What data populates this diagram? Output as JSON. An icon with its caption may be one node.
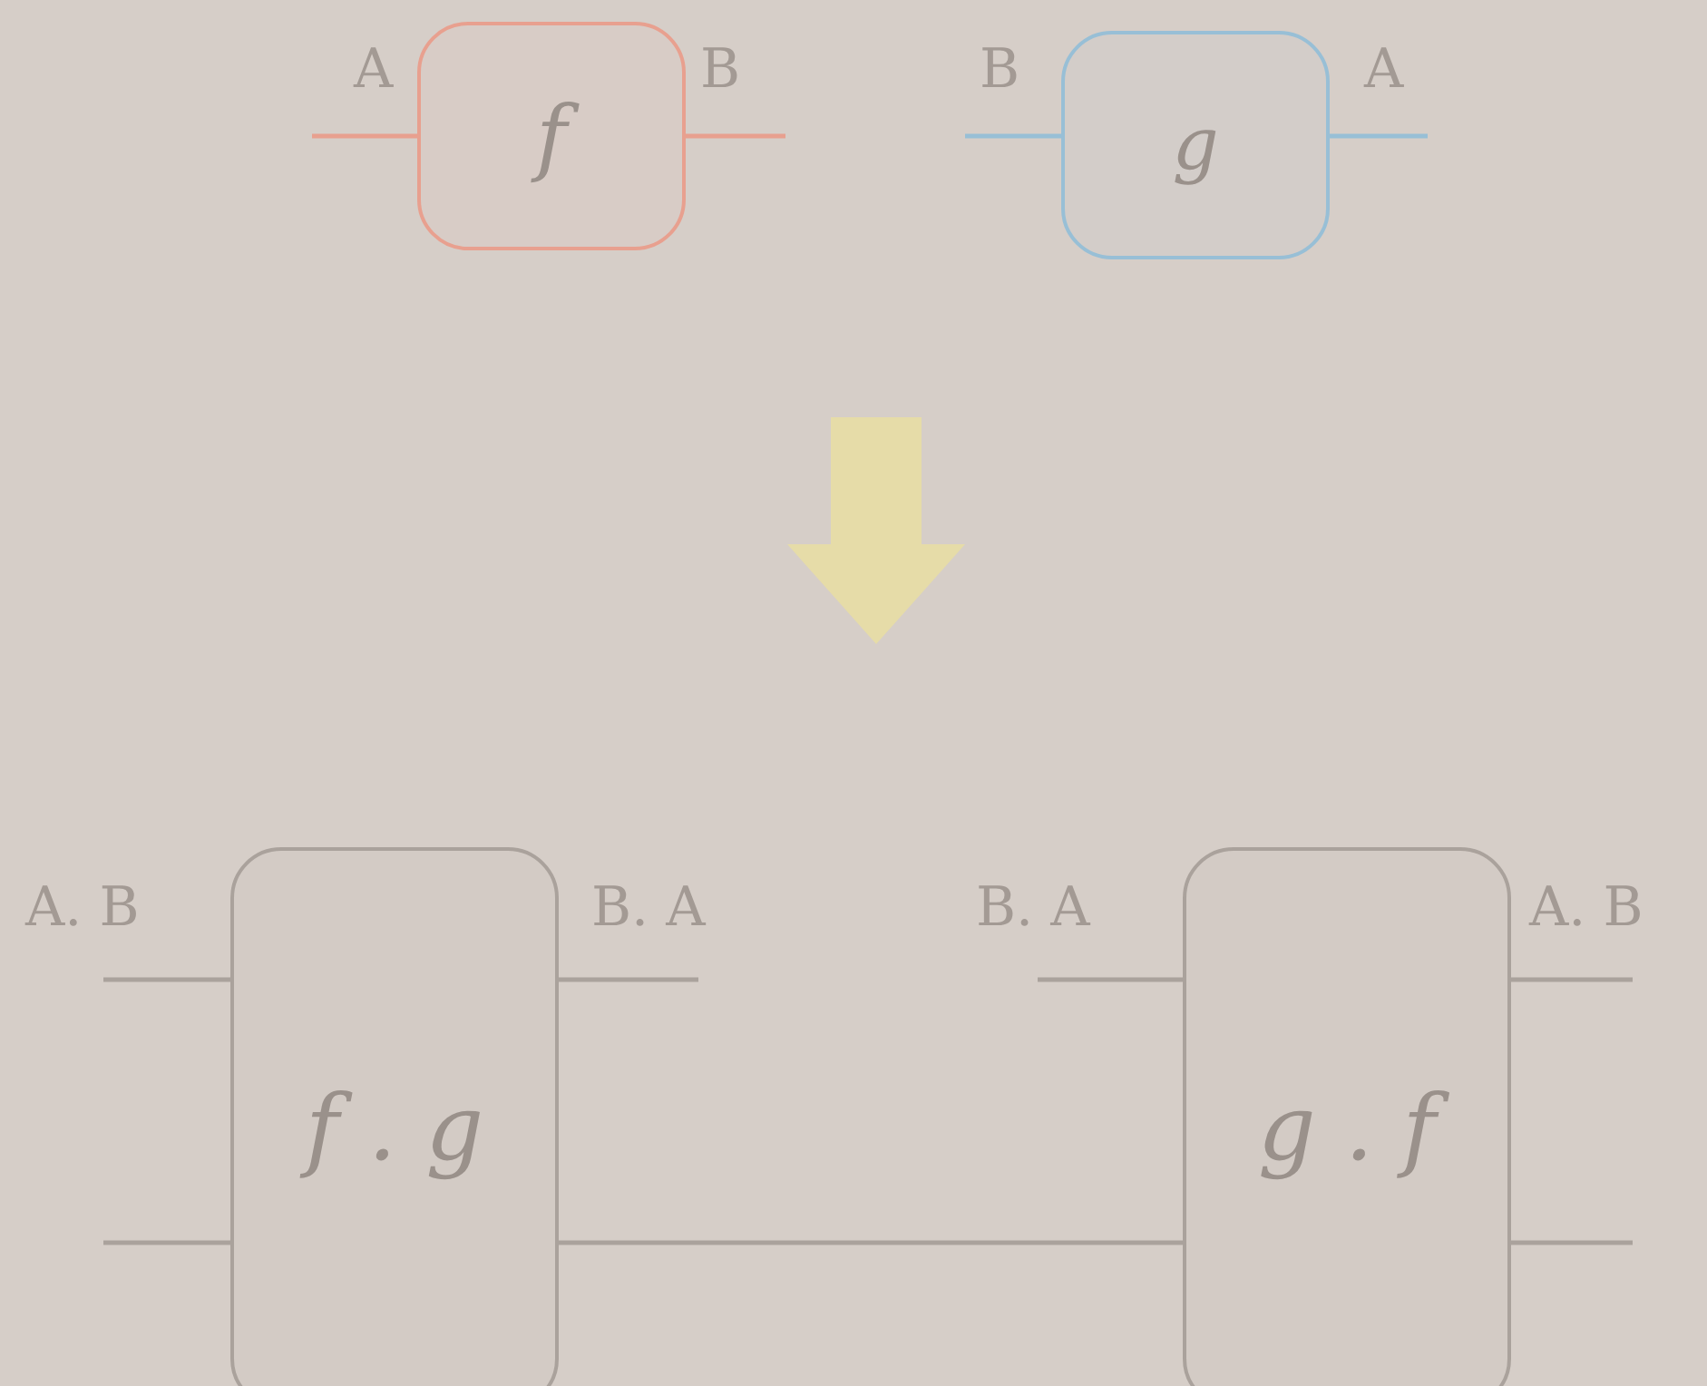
{
  "diagram": {
    "nodes": [
      {
        "text": [
          "f"
        ]
      },
      {
        "text": [
          "g"
        ]
      },
      {
        "text": [
          "f . g"
        ]
      },
      {
        "text": [
          "g . f"
        ]
      }
    ],
    "edges": [
      {
        "from": null,
        "to": 0,
        "arrow": "none",
        "label": "A",
        "color": "#e8a08f"
      },
      {
        "from": 0,
        "to": null,
        "arrow": "none",
        "label": "B",
        "color": "#e8a08f"
      },
      {
        "from": null,
        "to": 1,
        "arrow": "none",
        "label": "B",
        "color": "#98bfd6"
      },
      {
        "from": 1,
        "to": null,
        "arrow": "none",
        "label": "A",
        "color": "#98bfd6"
      },
      {
        "from": null,
        "to": 2,
        "arrow": "none",
        "label": "A. B"
      },
      {
        "from": null,
        "to": 2,
        "arrow": "none"
      },
      {
        "from": 2,
        "to": null,
        "arrow": "none",
        "label": "B. A"
      },
      {
        "from": 2,
        "to": 3,
        "arrow": "none"
      },
      {
        "from": null,
        "to": 3,
        "arrow": "none",
        "label": "B. A"
      },
      {
        "from": 3,
        "to": null,
        "arrow": "none",
        "label": "A. B"
      },
      {
        "from": 3,
        "to": null,
        "arrow": "none"
      }
    ]
  }
}
